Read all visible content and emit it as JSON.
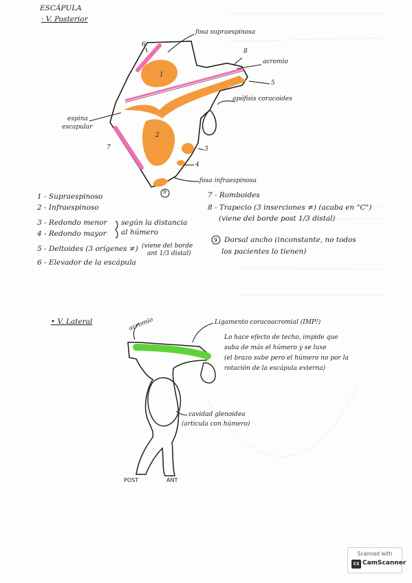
{
  "header": {
    "title": "ESCÁPULA",
    "view_posterior": "· V. Posterior"
  },
  "posterior_labels": {
    "fosa_supraespinosa": "fosa supraespinosa",
    "acromio": "acromio",
    "apofisis_coracoides": "apófisis coracoides",
    "espina_l1": "espina",
    "espina_l2": "escapular",
    "fosa_infraespinosa": "fosa infraespinosa",
    "n1": "1",
    "n2": "2",
    "n3": "3",
    "n4": "4",
    "n5": "5",
    "n6": "6",
    "n7": "7",
    "n8": "8",
    "n9": "9"
  },
  "legend_left": [
    "1 - Supraespinoso",
    "2 - Infraespinoso",
    "3 - Redondo menor",
    "4 - Redondo mayor",
    "5 - Deltoides (3 orígenes ≠)",
    "6 - Elevador de la escápula"
  ],
  "legend_brace_note": [
    "según la distancia",
    "al húmero"
  ],
  "legend_deltoid_note": [
    "(viene del borde",
    "ant 1/3 distal)"
  ],
  "legend_right": [
    "7 - Romboides",
    "8 - Trapecio (3 inserciones ≠) (acaba en \"C\")",
    "(viene del borde post 1/3 distal)",
    "Dorsal ancho (inconstante, no todos",
    "los pacientes lo tienen)"
  ],
  "lateral": {
    "heading": "• V. Lateral",
    "acromio": "acromio",
    "ligamento": "Ligamento coracoacromial (IMP!)",
    "desc": [
      "Lo hace efecto de techo, impide que",
      "suba de más el húmero y se luxe",
      "(el brazo sube pero el húmero no por la",
      "rotación de la escápula externa)"
    ],
    "cavidad_l1": "cavidad glenoidea",
    "cavidad_l2": "(articula con húmero)",
    "post": "POST",
    "ant": "ANT"
  },
  "watermark": {
    "line1": "Scanned with",
    "line2": "CamScanner",
    "logo": "CS"
  },
  "colors": {
    "orange": "#f39a3c",
    "pink": "#ef6fb4",
    "green": "#5fd23a",
    "ink": "#1d1d1d"
  }
}
